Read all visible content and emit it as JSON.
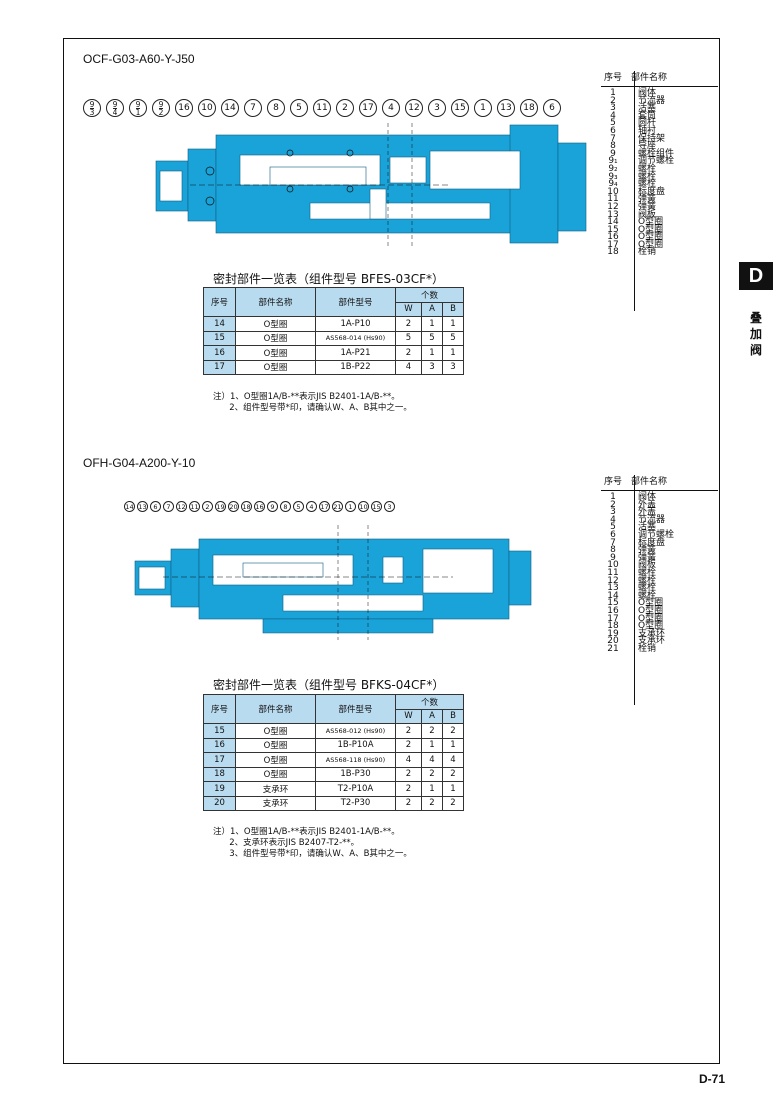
{
  "page": {
    "number": "D-71",
    "tab_letter": "D",
    "tab_label": "叠加阀"
  },
  "section1": {
    "model": "OCF-G03-A60-Y-J50",
    "callouts": [
      "9|3",
      "9|4",
      "9|1",
      "9|2",
      "16",
      "10",
      "14",
      "7",
      "8",
      "5",
      "11",
      "2",
      "17",
      "4",
      "12",
      "3",
      "15",
      "1",
      "13",
      "18",
      "6"
    ],
    "parts_header": {
      "no": "序号",
      "name": "部件名称"
    },
    "parts": [
      {
        "no": "1",
        "name": "阀体"
      },
      {
        "no": "2",
        "name": "节流器"
      },
      {
        "no": "3",
        "name": "活塞"
      },
      {
        "no": "4",
        "name": "套筒"
      },
      {
        "no": "5",
        "name": "圆杆"
      },
      {
        "no": "6",
        "name": "轴衬"
      },
      {
        "no": "7",
        "name": "保持架"
      },
      {
        "no": "8",
        "name": "导座"
      },
      {
        "no": "9",
        "name": "螺栓组件"
      },
      {
        "no": "9₁",
        "name": "调节螺栓"
      },
      {
        "no": "9₂",
        "name": "螺栓"
      },
      {
        "no": "9₃",
        "name": "螺栓"
      },
      {
        "no": "9₄",
        "name": "螺栓"
      },
      {
        "no": "10",
        "name": "标度盘"
      },
      {
        "no": "11",
        "name": "弹簧"
      },
      {
        "no": "12",
        "name": "弹簧"
      },
      {
        "no": "13",
        "name": "阀板"
      },
      {
        "no": "14",
        "name": "O型圈"
      },
      {
        "no": "15",
        "name": "O型圈"
      },
      {
        "no": "16",
        "name": "O型圈"
      },
      {
        "no": "17",
        "name": "O型圈"
      },
      {
        "no": "18",
        "name": "栓销"
      }
    ],
    "seal_title": "密封部件一览表（组件型号 BFES-03CF*）",
    "seal_header": {
      "no": "序号",
      "name": "部件名称",
      "model": "部件型号",
      "count": "个数",
      "w": "W",
      "a": "A",
      "b": "B"
    },
    "seals": [
      {
        "no": "14",
        "name": "O型圈",
        "model": "1A-P10",
        "w": "2",
        "a": "1",
        "b": "1"
      },
      {
        "no": "15",
        "name": "O型圈",
        "model": "AS568-014 (Hs90)",
        "w": "5",
        "a": "5",
        "b": "5"
      },
      {
        "no": "16",
        "name": "O型圈",
        "model": "1A-P21",
        "w": "2",
        "a": "1",
        "b": "1"
      },
      {
        "no": "17",
        "name": "O型圈",
        "model": "1B-P22",
        "w": "4",
        "a": "3",
        "b": "3"
      }
    ],
    "notes": "注）1、O型圈1A/B-**表示JIS B2401-1A/B-**。\n      2、组件型号带*印，请确认W、A、B其中之一。"
  },
  "section2": {
    "model": "OFH-G04-A200-Y-10",
    "callouts": [
      "14",
      "13",
      "6",
      "7",
      "12",
      "11",
      "2",
      "19",
      "20",
      "18",
      "16",
      "9",
      "8",
      "5",
      "4",
      "17",
      "21",
      "1",
      "10",
      "15",
      "3"
    ],
    "parts_header": {
      "no": "序号",
      "name": "部件名称"
    },
    "parts": [
      {
        "no": "1",
        "name": "阀体"
      },
      {
        "no": "2",
        "name": "外盖"
      },
      {
        "no": "3",
        "name": "外盖"
      },
      {
        "no": "4",
        "name": "节流器"
      },
      {
        "no": "5",
        "name": "活塞"
      },
      {
        "no": "6",
        "name": "调节螺栓"
      },
      {
        "no": "7",
        "name": "标度盘"
      },
      {
        "no": "8",
        "name": "弹簧"
      },
      {
        "no": "9",
        "name": "弹簧"
      },
      {
        "no": "10",
        "name": "阀板"
      },
      {
        "no": "11",
        "name": "螺栓"
      },
      {
        "no": "12",
        "name": "螺栓"
      },
      {
        "no": "13",
        "name": "螺栓"
      },
      {
        "no": "14",
        "name": "螺栓"
      },
      {
        "no": "15",
        "name": "O型圈"
      },
      {
        "no": "16",
        "name": "O型圈"
      },
      {
        "no": "17",
        "name": "O型圈"
      },
      {
        "no": "18",
        "name": "O型圈"
      },
      {
        "no": "19",
        "name": "支承环"
      },
      {
        "no": "20",
        "name": "支承环"
      },
      {
        "no": "21",
        "name": "栓销"
      }
    ],
    "seal_title": "密封部件一览表（组件型号 BFKS-04CF*）",
    "seal_header": {
      "no": "序号",
      "name": "部件名称",
      "model": "部件型号",
      "count": "个数",
      "w": "W",
      "a": "A",
      "b": "B"
    },
    "seals": [
      {
        "no": "15",
        "name": "O型圈",
        "model": "AS568-012 (Hs90)",
        "w": "2",
        "a": "2",
        "b": "2"
      },
      {
        "no": "16",
        "name": "O型圈",
        "model": "1B-P10A",
        "w": "2",
        "a": "1",
        "b": "1"
      },
      {
        "no": "17",
        "name": "O型圈",
        "model": "AS568-118 (Hs90)",
        "w": "4",
        "a": "4",
        "b": "4"
      },
      {
        "no": "18",
        "name": "O型圈",
        "model": "1B-P30",
        "w": "2",
        "a": "2",
        "b": "2"
      },
      {
        "no": "19",
        "name": "支承环",
        "model": "T2-P10A",
        "w": "2",
        "a": "1",
        "b": "1"
      },
      {
        "no": "20",
        "name": "支承环",
        "model": "T2-P30",
        "w": "2",
        "a": "2",
        "b": "2"
      }
    ],
    "notes": "注）1、O型圈1A/B-**表示JIS B2401-1A/B-**。\n      2、支承环表示JIS B2407-T2-**。\n      3、组件型号带*印，请确认W、A、B其中之一。"
  },
  "colors": {
    "valve_blue": "#1aa3d9",
    "table_header": "#b9dbef"
  }
}
